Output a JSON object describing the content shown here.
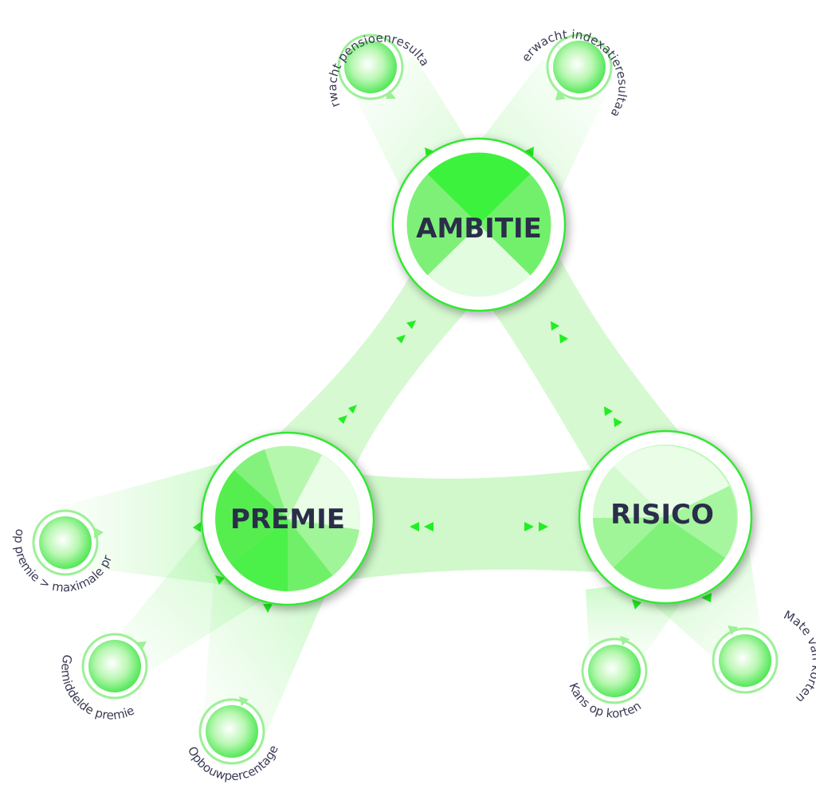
{
  "hubs": {
    "ambitie": {
      "label": "AMBITIE"
    },
    "premie": {
      "label": "PREMIE"
    },
    "risico": {
      "label": "RISICO"
    }
  },
  "satellites": {
    "pensioenresultaat": {
      "label": "Verwacht pensioenresultaat"
    },
    "indexatieresultaat": {
      "label": "Verwacht indexatieresultaat"
    },
    "kans_premie": {
      "label": "Kans op premie > maximale premie"
    },
    "gemiddelde_premie": {
      "label": "Gemiddelde premie"
    },
    "opbouwpercentage": {
      "label": "Opbouwpercentage"
    },
    "kans_korten": {
      "label": "Kans op korten"
    },
    "mate_korten": {
      "label": "Mate van korten"
    }
  },
  "colors": {
    "accent": "#22ee22",
    "band": "#c8f7c2",
    "hub_text": "#2b2d49",
    "label_text": "#3a3b55"
  }
}
